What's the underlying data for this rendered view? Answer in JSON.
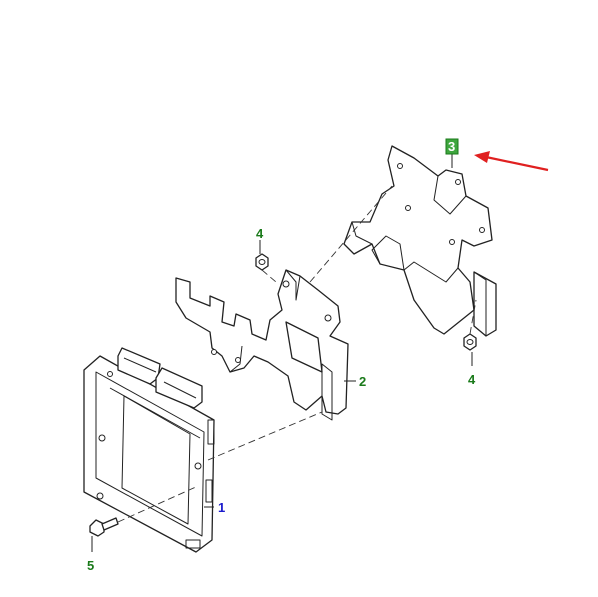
{
  "callouts": [
    {
      "id": "1",
      "label": "1",
      "color": "#1a1acc"
    },
    {
      "id": "2",
      "label": "2",
      "color": "#1a7a1a"
    },
    {
      "id": "3",
      "label": "3",
      "color": "#1a7a1a",
      "highlight": "#3ea63e"
    },
    {
      "id": "4a",
      "label": "4",
      "color": "#1a7a1a"
    },
    {
      "id": "4b",
      "label": "4",
      "color": "#1a7a1a"
    },
    {
      "id": "5",
      "label": "5",
      "color": "#1a7a1a"
    }
  ],
  "arrow_color": "#e02020"
}
